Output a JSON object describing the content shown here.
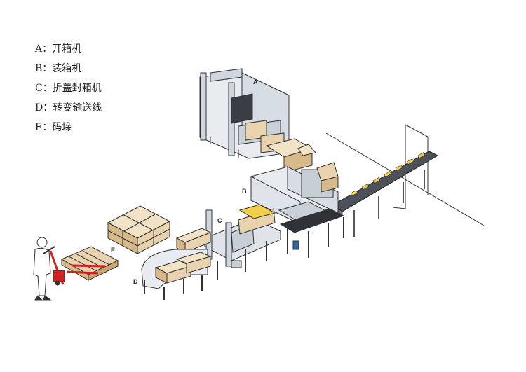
{
  "legend": [
    {
      "key": "A",
      "sep": "：",
      "name": "开箱机"
    },
    {
      "key": "B",
      "sep": "：",
      "name": "装箱机"
    },
    {
      "key": "C",
      "sep": "：",
      "name": "折盖封箱机"
    },
    {
      "key": "D",
      "sep": "：",
      "name": "转变输送线"
    },
    {
      "key": "E",
      "sep": "：",
      "name": "码垛"
    }
  ],
  "machine_labels": {
    "a": "A",
    "b": "B",
    "c": "C",
    "d": "D",
    "e": "E"
  },
  "colors": {
    "frame": "#e8ecf1",
    "frame_dark": "#9aa3ad",
    "outline": "#333333",
    "box": "#e9d2ae",
    "box_side": "#d8b98a",
    "box_top": "#f3e3c6",
    "pallet_jack": "#d31f1f",
    "conveyor": "#4d5159",
    "product": "#f0d048"
  }
}
